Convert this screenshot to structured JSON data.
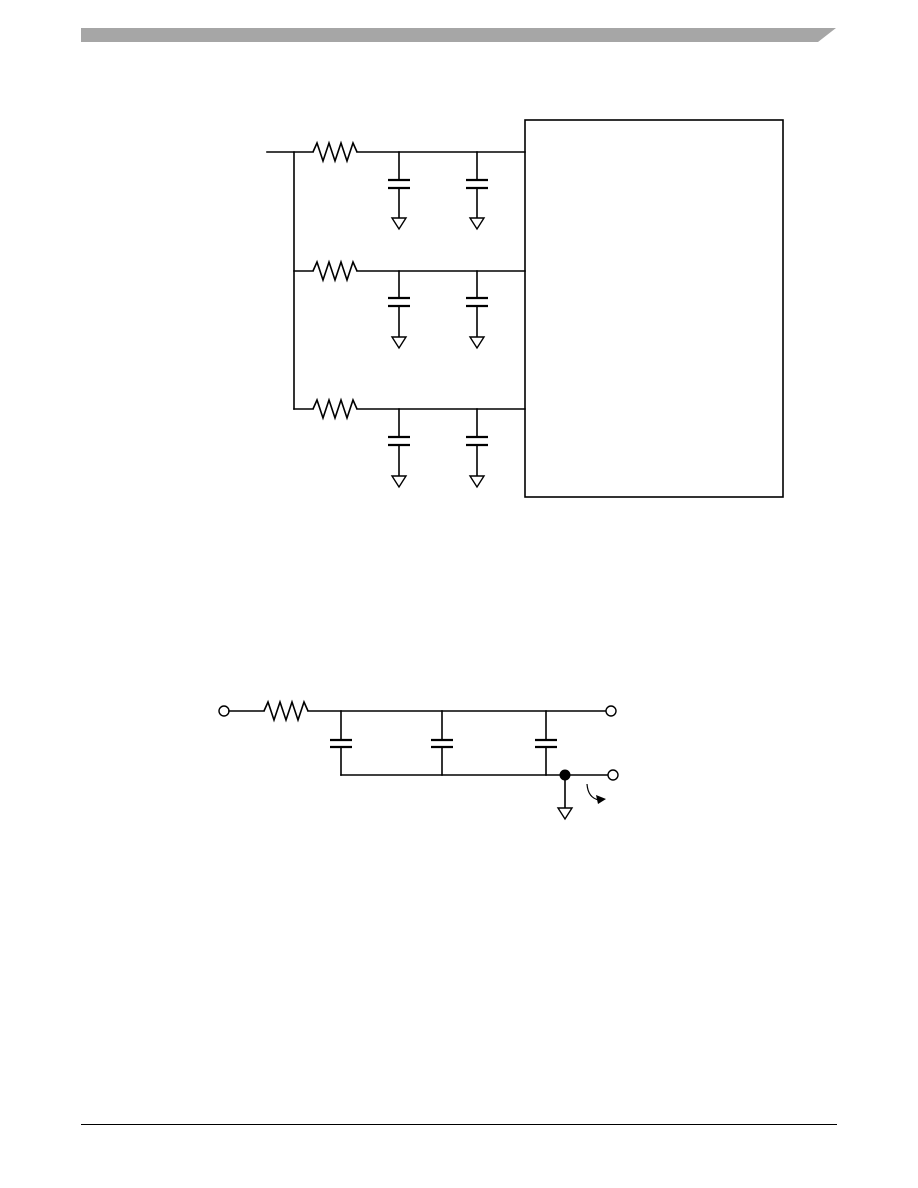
{
  "page": {
    "header_bar_color": "#a6a6a6",
    "footer_rule_color": "#000000"
  },
  "figure_top": {
    "description_components": {
      "branches": [
        {
          "resistor": "resistor",
          "capacitors": [
            "capacitor",
            "capacitor"
          ],
          "grounds": [
            "ground",
            "ground"
          ]
        },
        {
          "resistor": "resistor",
          "capacitors": [
            "capacitor",
            "capacitor"
          ],
          "grounds": [
            "ground",
            "ground"
          ]
        },
        {
          "resistor": "resistor",
          "capacitors": [
            "capacitor",
            "capacitor"
          ],
          "grounds": [
            "ground",
            "ground"
          ]
        }
      ],
      "device_box": "device-block"
    }
  },
  "figure_bottom": {
    "description_components": {
      "input_terminal": "input-terminal",
      "resistor": "resistor",
      "capacitors": [
        "capacitor",
        "capacitor",
        "capacitor"
      ],
      "output_terminal_top": "output-terminal",
      "output_terminal_bottom": "return-terminal",
      "ground": "ground",
      "junction": "junction-dot",
      "arrow": "current-arrow"
    }
  }
}
